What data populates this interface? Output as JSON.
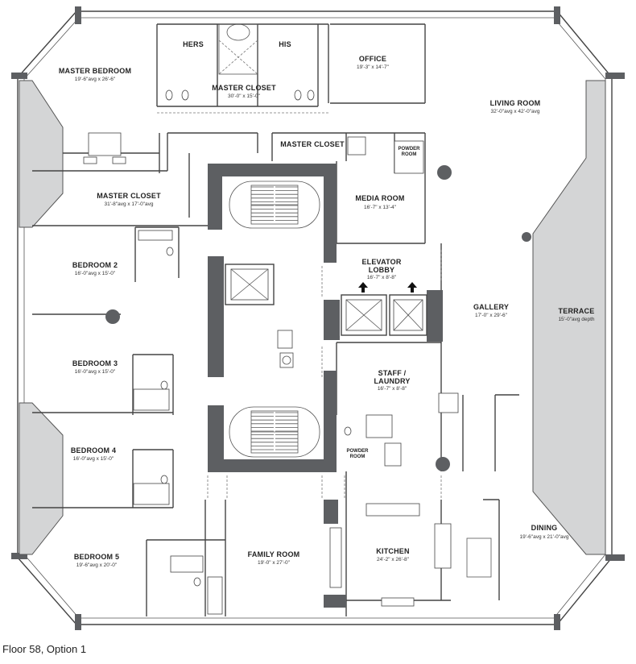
{
  "caption": "Floor 58, Option 1",
  "rooms": [
    {
      "id": "master-bedroom",
      "name": "MASTER BEDROOM",
      "dim": "19'-6\"avg x 26'-6\""
    },
    {
      "id": "hers",
      "name": "HERS",
      "dim": ""
    },
    {
      "id": "his",
      "name": "HIS",
      "dim": ""
    },
    {
      "id": "master-closet-1",
      "name": "MASTER CLOSET",
      "dim": "30'-0\" x 15'-0\""
    },
    {
      "id": "office",
      "name": "OFFICE",
      "dim": "19'-3\" x 14'-7\""
    },
    {
      "id": "living-room",
      "name": "LIVING ROOM",
      "dim": "32'-0\"avg x 42'-0\"avg"
    },
    {
      "id": "master-closet-2",
      "name": "MASTER CLOSET",
      "dim": ""
    },
    {
      "id": "master-closet-3",
      "name": "MASTER CLOSET",
      "dim": "31'-8\"avg x 17'-0\"avg"
    },
    {
      "id": "media-room",
      "name": "MEDIA ROOM",
      "dim": "16'-7\" x 13'-4\""
    },
    {
      "id": "bedroom-2",
      "name": "BEDROOM 2",
      "dim": "16'-0\"avg x 15'-0\""
    },
    {
      "id": "elevator-lobby",
      "name": "ELEVATOR LOBBY",
      "dim": "16'-7\" x 8'-8\""
    },
    {
      "id": "gallery",
      "name": "GALLERY",
      "dim": "17'-0\" x 29'-6\""
    },
    {
      "id": "terrace",
      "name": "TERRACE",
      "dim": "15'-0\"avg depth"
    },
    {
      "id": "bedroom-3",
      "name": "BEDROOM 3",
      "dim": "16'-0\"avg x 15'-0\""
    },
    {
      "id": "staff-laundry",
      "name": "STAFF / LAUNDRY",
      "dim": "16'-7\" x 8'-8\""
    },
    {
      "id": "bedroom-4",
      "name": "BEDROOM 4",
      "dim": "16'-0\"avg x 15'-0\""
    },
    {
      "id": "dining",
      "name": "DINING",
      "dim": "19'-6\"avg x 21'-0\"avg"
    },
    {
      "id": "bedroom-5",
      "name": "BEDROOM 5",
      "dim": "19'-6\"avg x 20'-0\""
    },
    {
      "id": "family-room",
      "name": "FAMILY ROOM",
      "dim": "19'-0\" x 27'-0\""
    },
    {
      "id": "kitchen",
      "name": "KITCHEN",
      "dim": "24'-2\" x 26'-8\""
    }
  ],
  "small_labels": {
    "powder_room_top_1": "POWDER",
    "powder_room_top_2": "ROOM",
    "powder_room_staff_1": "POWDER",
    "powder_room_staff_2": "ROOM"
  }
}
